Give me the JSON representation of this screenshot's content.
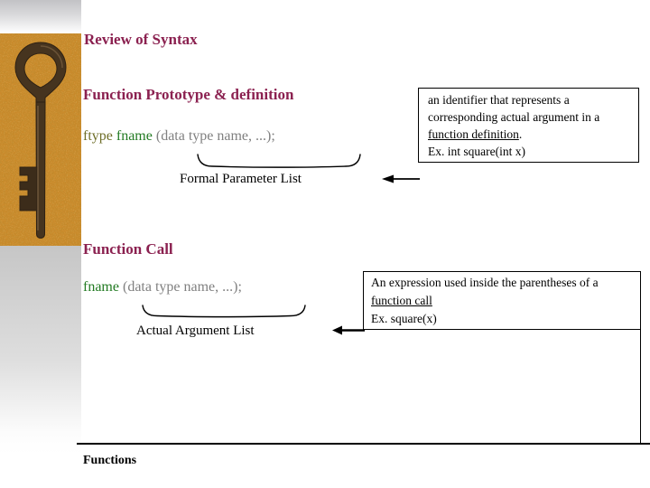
{
  "slide": {
    "title": "Review of Syntax",
    "footer": "Functions"
  },
  "section_prototype": {
    "heading": "Function Prototype & definition",
    "code": {
      "ftype": "ftype",
      "fname": " fname",
      "args": " (data type name, ...);"
    },
    "brace_label": "Formal Parameter List",
    "callout": {
      "line1": "an identifier that represents a",
      "line2": "corresponding actual argument in a",
      "line3_underlined": "function definition",
      "line3_after": ".",
      "line4": "Ex. int square(int x)"
    }
  },
  "section_call": {
    "heading": "Function Call",
    "code": {
      "fname": "fname",
      "args": " (data type name, ...);"
    },
    "brace_label": "Actual Argument List",
    "callout": {
      "line1": "An expression used inside the parentheses of a",
      "line2_underlined": "function call",
      "line3": "Ex. square(x)"
    }
  },
  "icons": {
    "key_image": "old-iron-key-photo",
    "arrow_left_1": "left-arrow",
    "arrow_left_2": "left-arrow",
    "underbrace_1": "underbrace",
    "underbrace_2": "underbrace"
  },
  "colors": {
    "heading_maroon": "#8b2150",
    "code_ftype_olive": "#6e6e28",
    "code_fname_green": "#227a22",
    "code_args_gray": "#808080",
    "photo_background_orange": "#cd8a2a",
    "key_brown": "#46341f",
    "template_gray": "#c6c6c6"
  }
}
